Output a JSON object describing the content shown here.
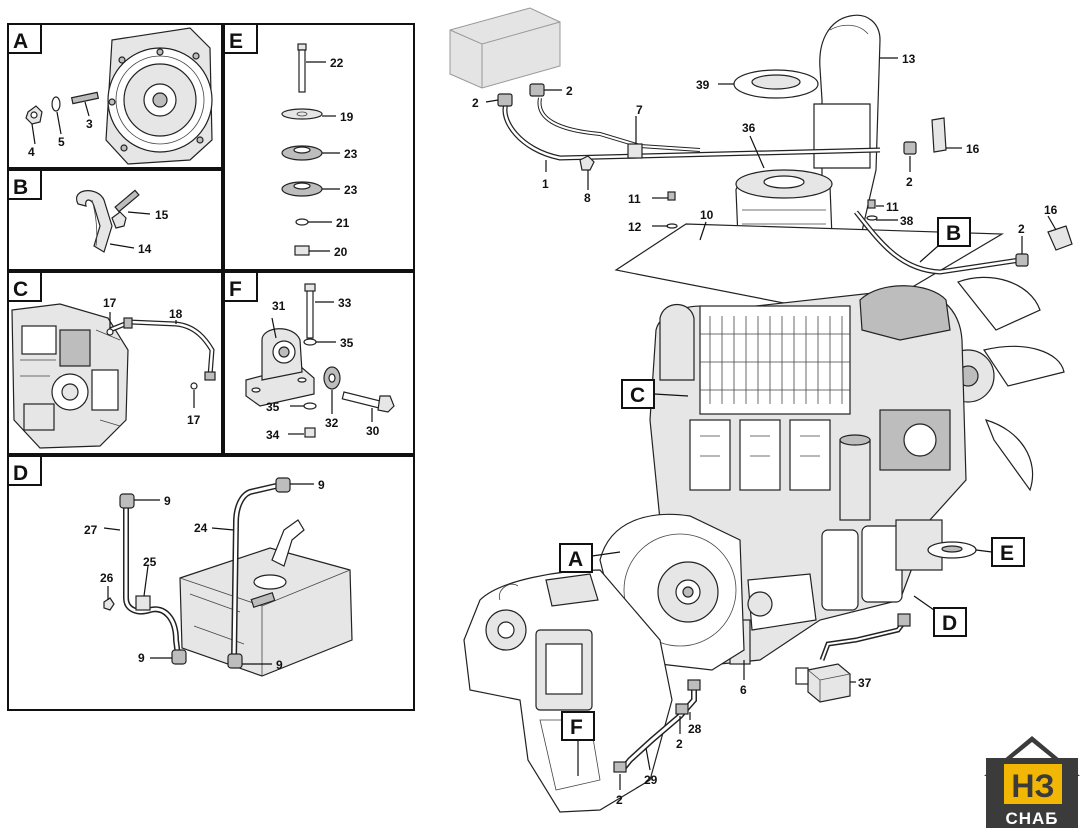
{
  "panels": [
    {
      "id": "A",
      "label": "A"
    },
    {
      "id": "E",
      "label": "E"
    },
    {
      "id": "B",
      "label": "B"
    },
    {
      "id": "C",
      "label": "C"
    },
    {
      "id": "F",
      "label": "F"
    },
    {
      "id": "D",
      "label": "D"
    }
  ],
  "panel_a": {
    "labels": [
      "4",
      "5",
      "3"
    ]
  },
  "panel_b": {
    "labels": [
      "15",
      "14"
    ]
  },
  "panel_c": {
    "labels": [
      "17",
      "18",
      "17"
    ]
  },
  "panel_d": {
    "labels": [
      "9",
      "27",
      "26",
      "25",
      "9",
      "9",
      "24",
      "9"
    ]
  },
  "panel_e": {
    "labels": [
      "22",
      "19",
      "23",
      "23",
      "21",
      "20"
    ]
  },
  "panel_f": {
    "labels": [
      "31",
      "33",
      "35",
      "35",
      "32",
      "30",
      "34"
    ]
  },
  "main": {
    "labels": [
      "2",
      "2",
      "7",
      "1",
      "8",
      "39",
      "36",
      "13",
      "16",
      "2",
      "11",
      "12",
      "10",
      "11",
      "38",
      "2",
      "16",
      "6",
      "37",
      "28",
      "2",
      "29",
      "2"
    ],
    "callouts": [
      "B",
      "C",
      "A",
      "E",
      "D",
      "F"
    ]
  },
  "logo": {
    "mark": "НЗ",
    "text": "СНАБ",
    "color_dark": "#3b3b3b",
    "color_accent": "#f2b705"
  }
}
